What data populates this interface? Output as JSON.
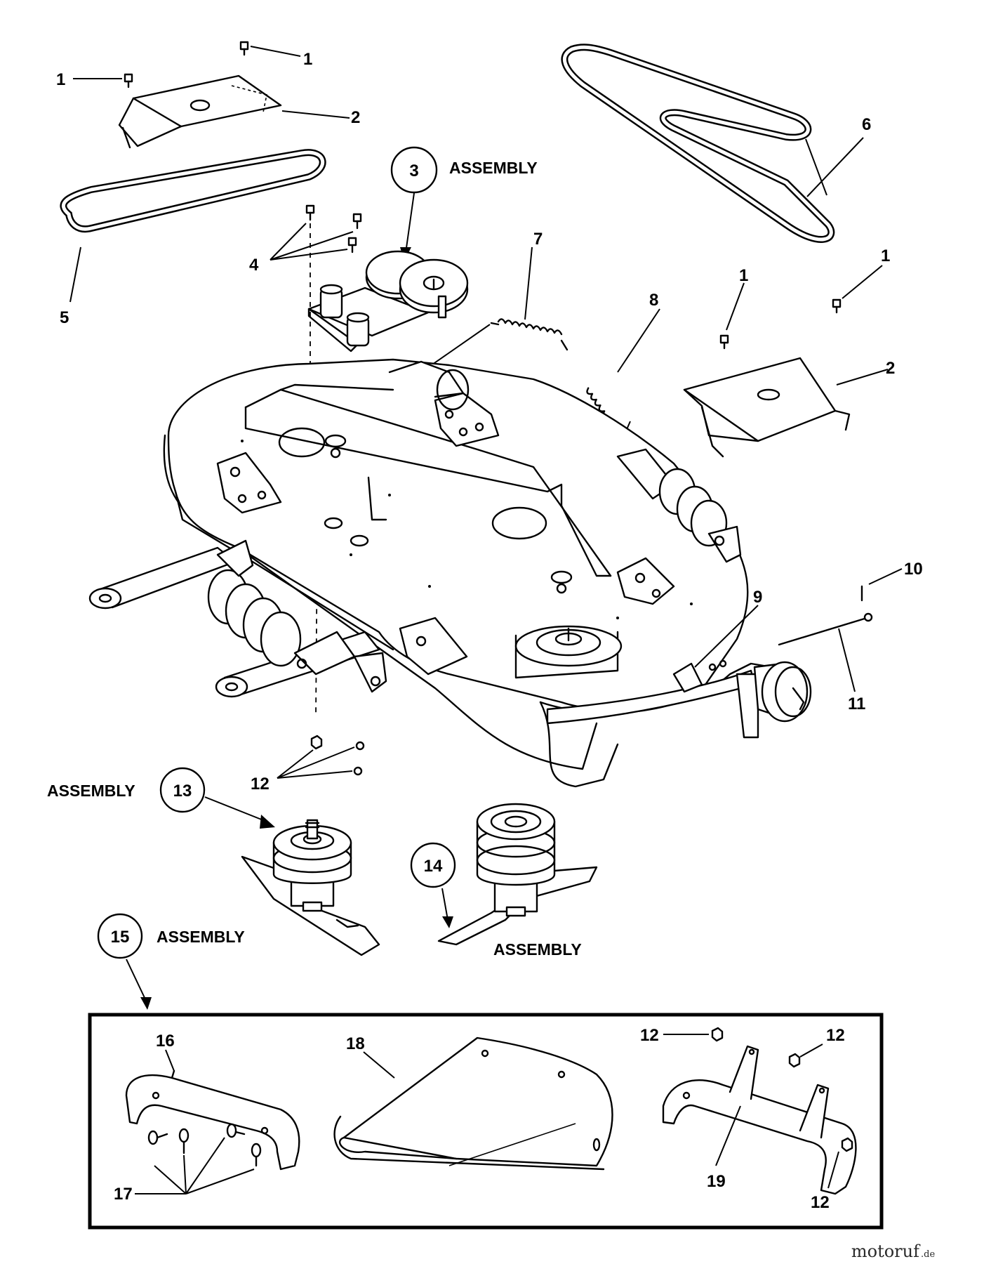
{
  "callouts": {
    "c1a": "1",
    "c1b": "1",
    "c1c": "1",
    "c1d": "1",
    "c2a": "2",
    "c2b": "2",
    "c3": "3",
    "c4": "4",
    "c5": "5",
    "c6": "6",
    "c7": "7",
    "c8": "8",
    "c9": "9",
    "c10": "10",
    "c11": "11",
    "c12a": "12",
    "c13": "13",
    "c14": "14",
    "c15": "15",
    "c16": "16",
    "c17": "17",
    "c18": "18",
    "c19": "19",
    "c12b": "12",
    "c12c": "12",
    "c12d": "12"
  },
  "assembly_labels": {
    "a3": "ASSEMBLY",
    "a13": "ASSEMBLY",
    "a14": "ASSEMBLY",
    "a15": "ASSEMBLY"
  },
  "watermark": {
    "main": "motoruf",
    "suffix": ".de"
  }
}
